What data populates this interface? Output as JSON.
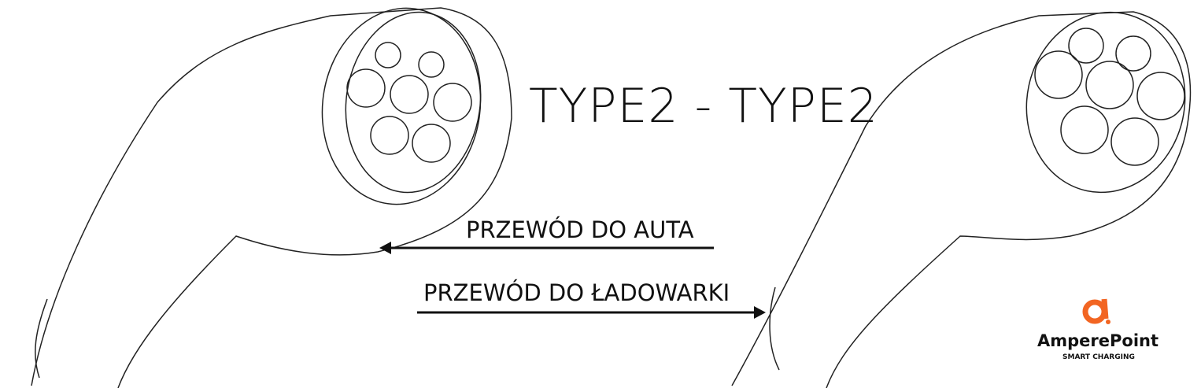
{
  "title": "TYPE2 - TYPE2",
  "labels": {
    "car_cable": "PRZEWÓD DO AUTA",
    "charger_cable": "PRZEWÓD DO ŁADOWARKI"
  },
  "logo": {
    "name": "AmperePoint",
    "tagline": "SMART CHARGING",
    "color": "#f26522"
  }
}
